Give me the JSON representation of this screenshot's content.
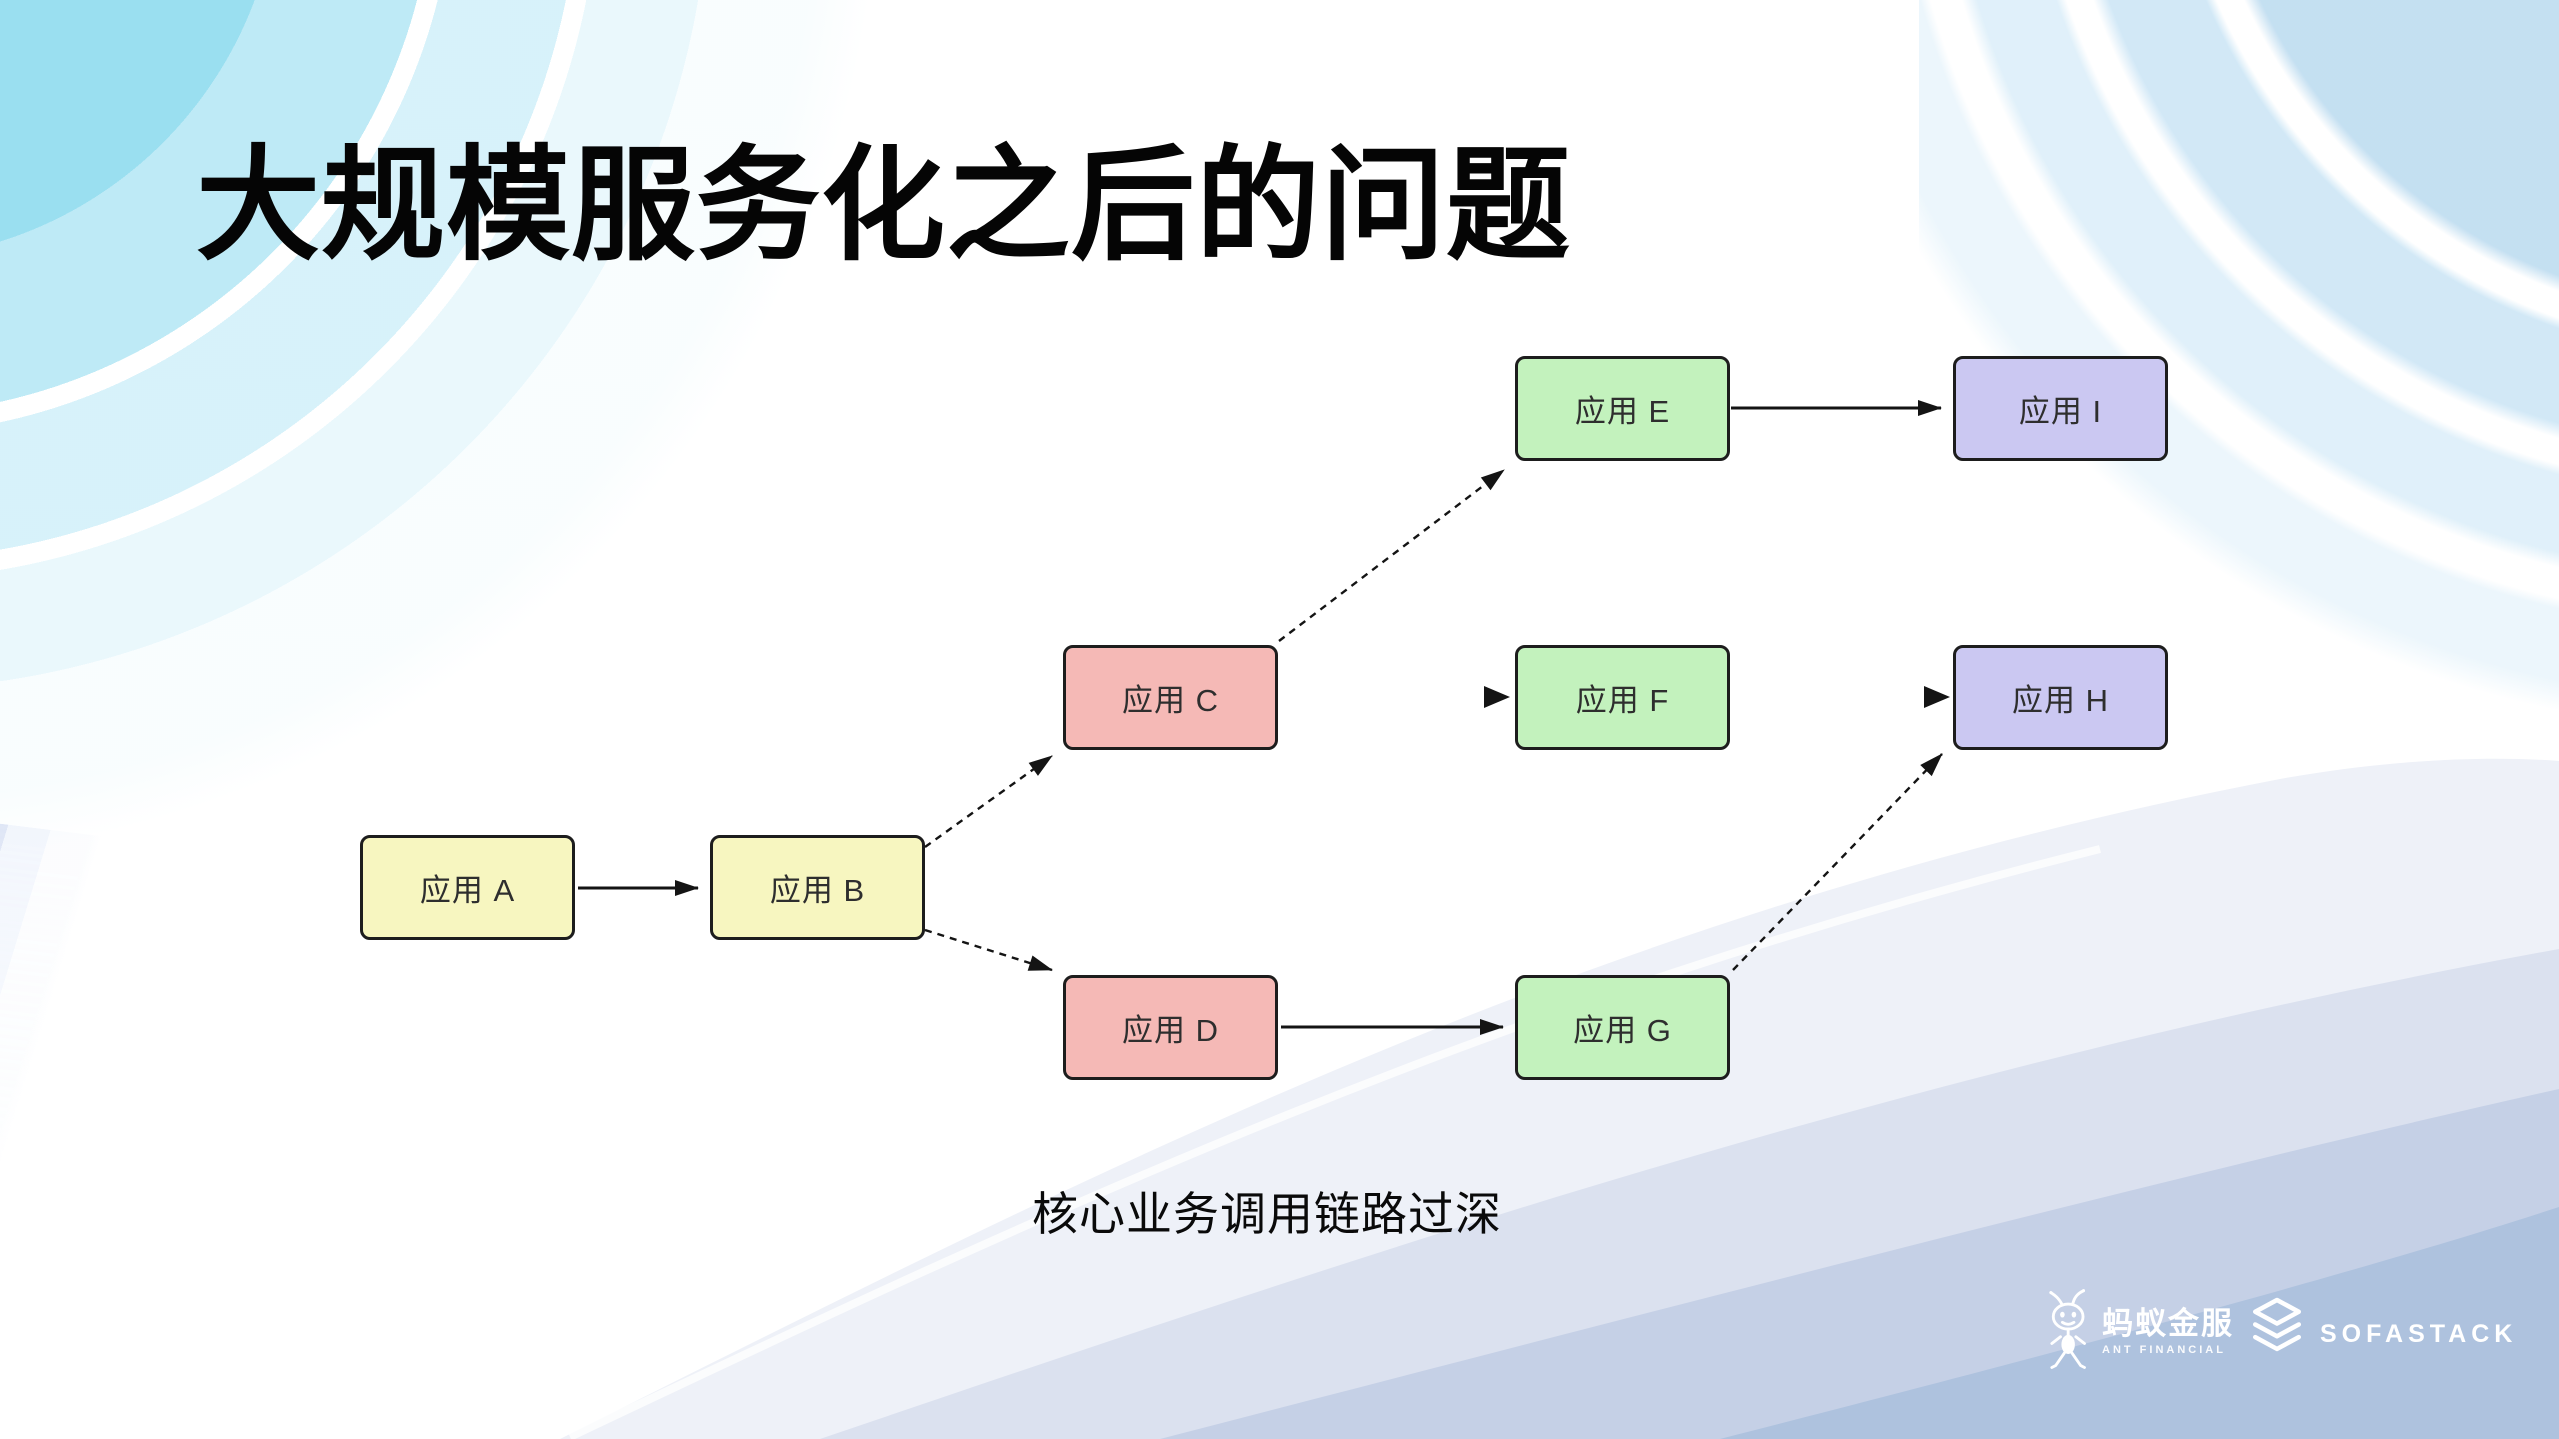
{
  "slide": {
    "title": "大规模服务化之后的问题",
    "caption": "核心业务调用链路过深"
  },
  "diagram": {
    "nodes": [
      {
        "id": "A",
        "label": "应用 A",
        "fill": "#f7f6c0"
      },
      {
        "id": "B",
        "label": "应用 B",
        "fill": "#f7f6c0"
      },
      {
        "id": "C",
        "label": "应用 C",
        "fill": "#f5b9b6"
      },
      {
        "id": "D",
        "label": "应用 D",
        "fill": "#f5b9b6"
      },
      {
        "id": "E",
        "label": "应用 E",
        "fill": "#c3f2bd"
      },
      {
        "id": "F",
        "label": "应用 F",
        "fill": "#c3f2bd"
      },
      {
        "id": "G",
        "label": "应用 G",
        "fill": "#c3f2bd"
      },
      {
        "id": "H",
        "label": "应用 H",
        "fill": "#cbc8f2"
      },
      {
        "id": "I",
        "label": "应用 I",
        "fill": "#cbc8f2"
      }
    ],
    "edges": [
      {
        "from": "A",
        "to": "B",
        "style": "solid"
      },
      {
        "from": "B",
        "to": "C",
        "style": "dashed"
      },
      {
        "from": "B",
        "to": "D",
        "style": "dashed"
      },
      {
        "from": "C",
        "to": "E",
        "style": "dashed"
      },
      {
        "from": "D",
        "to": "G",
        "style": "solid"
      },
      {
        "from": "E",
        "to": "I",
        "style": "solid"
      },
      {
        "from": "G",
        "to": "H",
        "style": "dashed"
      },
      {
        "to": "F",
        "style": "stub-arrowhead"
      },
      {
        "to": "H",
        "style": "stub-arrowhead"
      }
    ],
    "node_colors": {
      "yellow": "#f7f6c0",
      "pink": "#f5b9b6",
      "green": "#c3f2bd",
      "purple": "#cbc8f2"
    },
    "arrow_color": "#141414"
  },
  "footer": {
    "ant": {
      "name": "蚂蚁金服",
      "subname": "ANT FINANCIAL"
    },
    "sofastack": {
      "name": "SOFASTACK"
    }
  }
}
